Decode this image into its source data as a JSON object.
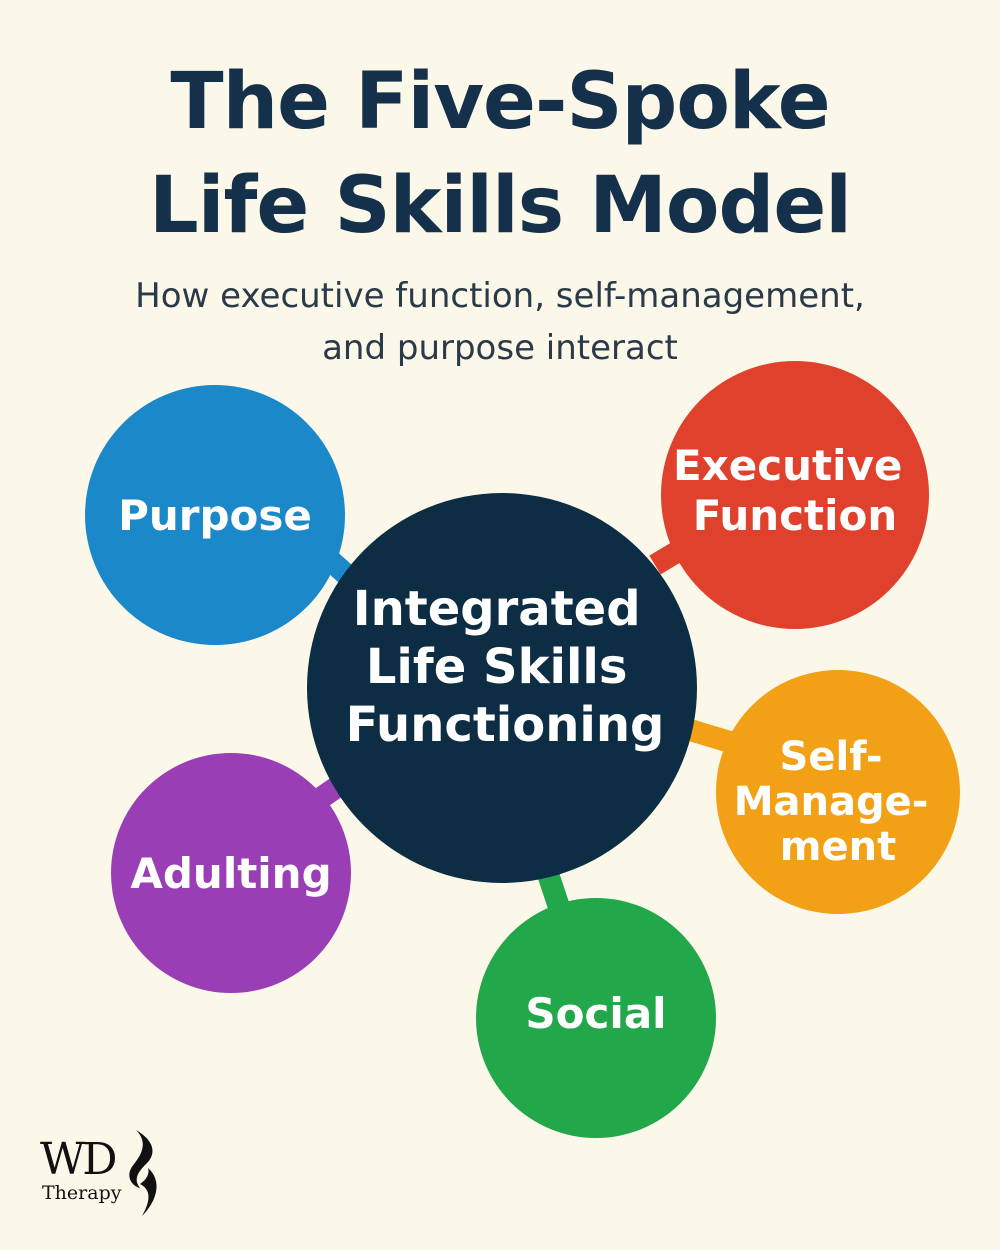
{
  "header": {
    "title_line1": "The Five-Spoke",
    "title_line2": "Life Skills Model",
    "subtitle_line1": "How executive function, self-management,",
    "subtitle_line2": "and purpose interact"
  },
  "diagram": {
    "center": {
      "lines": [
        "Integrated",
        "Life Skills",
        "Functioning"
      ],
      "color": "#0d2d45"
    },
    "spokes": [
      {
        "id": "purpose",
        "lines": [
          "Purpose"
        ],
        "color": "#1a88c9"
      },
      {
        "id": "executive-function",
        "lines": [
          "Executive",
          "Function"
        ],
        "color": "#e0412c"
      },
      {
        "id": "self-management",
        "lines": [
          "Self-",
          "Manage-",
          "ment"
        ],
        "color": "#f2a117"
      },
      {
        "id": "social",
        "lines": [
          "Social"
        ],
        "color": "#22a74a"
      },
      {
        "id": "adulting",
        "lines": [
          "Adulting"
        ],
        "color": "#9a3eb5"
      }
    ]
  },
  "brand": {
    "logo_letters": "WD",
    "logo_word": "Therapy"
  }
}
